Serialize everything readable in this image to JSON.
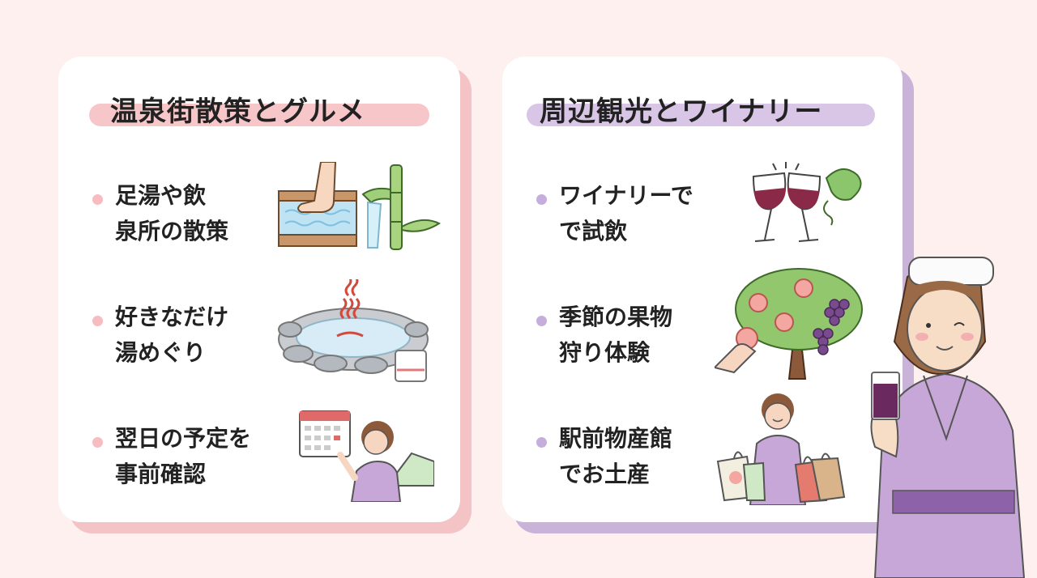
{
  "left_card": {
    "title": "温泉街散策とグルメ",
    "items": [
      {
        "line1": "足湯や飲",
        "line2": "泉所の散策",
        "icon": "foot-bath-icon"
      },
      {
        "line1": "好きなだけ",
        "line2": "湯めぐり",
        "icon": "hot-spring-icon"
      },
      {
        "line1": "翌日の予定を",
        "line2": "事前確認",
        "icon": "calendar-map-icon"
      }
    ]
  },
  "right_card": {
    "title": "周辺観光とワイナリー",
    "items": [
      {
        "line1": "ワイナリーで",
        "line2": "で試飲",
        "icon": "wine-glasses-icon"
      },
      {
        "line1": "季節の果物",
        "line2": "狩り体験",
        "icon": "fruit-tree-icon"
      },
      {
        "line1": "駅前物産館",
        "line2": "でお土産",
        "icon": "souvenir-shopper-icon"
      }
    ]
  },
  "colors": {
    "background": "#fdf0ee",
    "left_accent": "#f6c6c8",
    "right_accent": "#d9c6e6",
    "yukata": "#c7a6d8",
    "wine": "#8a2a48"
  }
}
